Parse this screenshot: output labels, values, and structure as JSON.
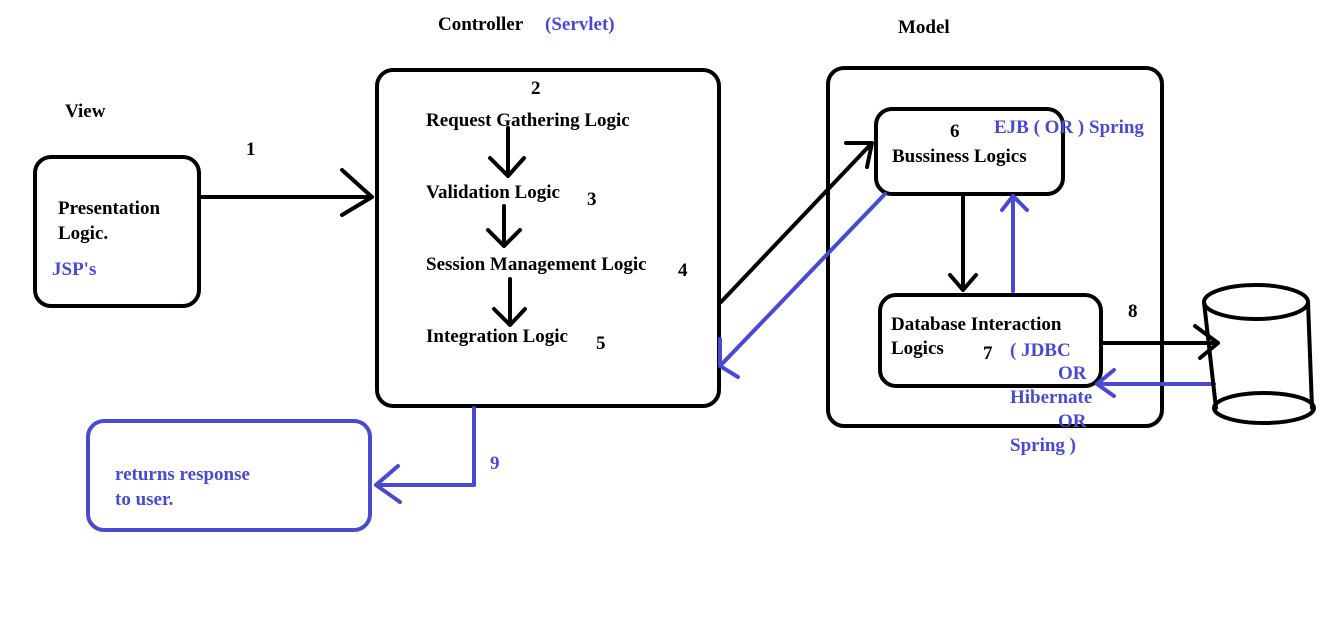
{
  "headers": {
    "controller": "Controller",
    "controller_tech": "(Servlet)",
    "model": "Model",
    "view": "View"
  },
  "view": {
    "line1": "Presentation",
    "line2": "Logic.",
    "tech": "JSP's"
  },
  "controller_steps": [
    "Request Gathering Logic",
    "Validation Logic",
    "Session Management Logic",
    "Integration Logic"
  ],
  "model": {
    "business": "Bussiness Logics",
    "business_tech": "EJB  ( OR )   Spring",
    "db_line1": "Database Interaction",
    "db_line2": "Logics",
    "db_tech": [
      "( JDBC",
      "OR",
      "Hibernate",
      "OR",
      "Spring )"
    ]
  },
  "response": {
    "line1": "returns response",
    "line2": "to user."
  },
  "step_numbers": {
    "n1": "1",
    "n2": "2",
    "n3": "3",
    "n4": "4",
    "n5": "5",
    "n6": "6",
    "n7": "7",
    "n8": "8",
    "n9": "9"
  },
  "colors": {
    "black": "#000000",
    "blue": "#4a4ad0"
  }
}
